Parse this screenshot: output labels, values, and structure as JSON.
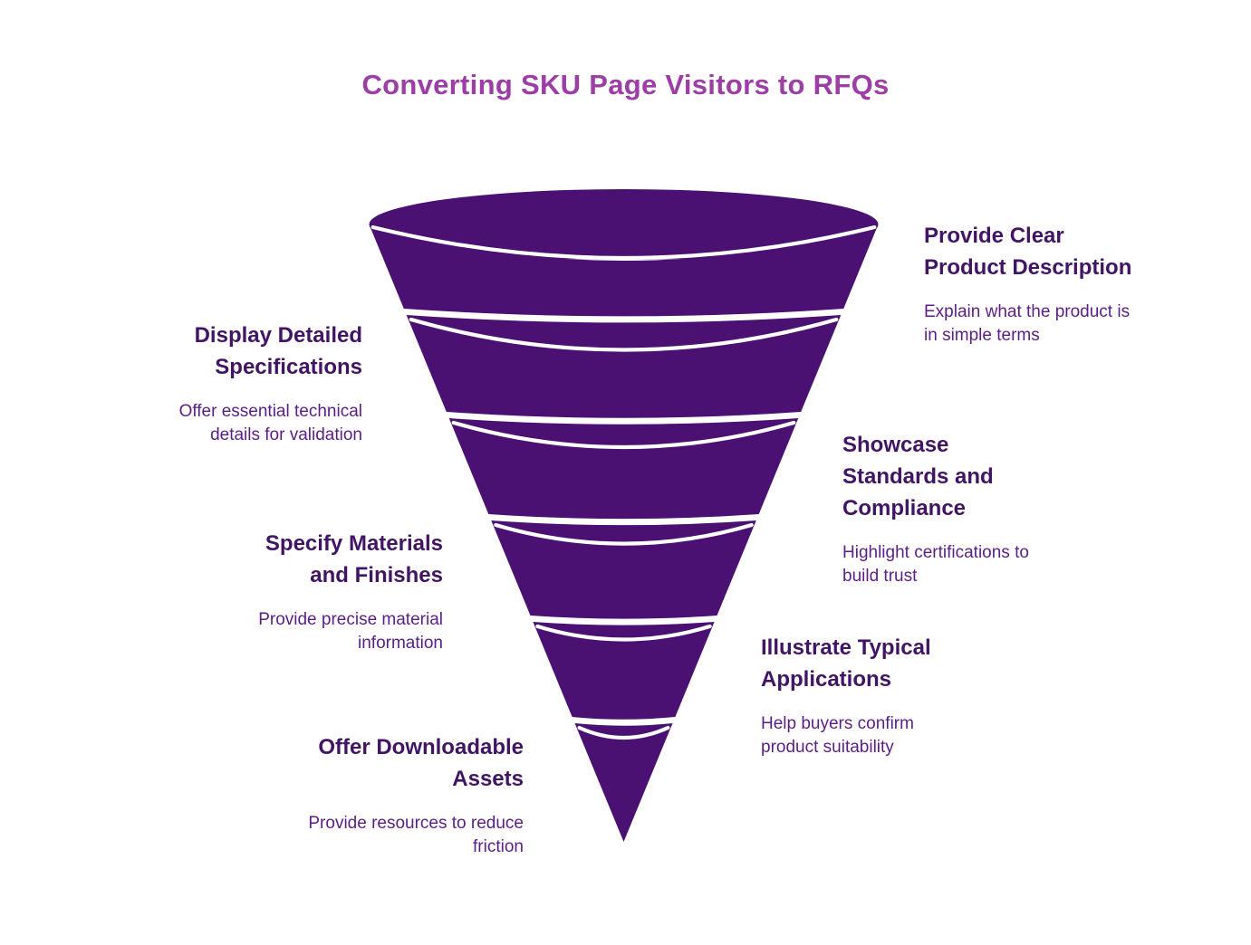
{
  "title": "Converting SKU Page Visitors to RFQs",
  "diagram": {
    "type": "funnel",
    "direction": "top-to-bottom",
    "levels": 6
  },
  "stages": [
    {
      "index": 1,
      "side": "right",
      "heading": "Provide Clear\nProduct Description",
      "description": "Explain what the product is\nin simple terms"
    },
    {
      "index": 2,
      "side": "left",
      "heading": "Display Detailed\nSpecifications",
      "description": "Offer essential technical\ndetails for validation"
    },
    {
      "index": 3,
      "side": "right",
      "heading": "Showcase\nStandards and\nCompliance",
      "description": "Highlight certifications to\nbuild trust"
    },
    {
      "index": 4,
      "side": "left",
      "heading": "Specify Materials\nand Finishes",
      "description": "Provide precise material\ninformation"
    },
    {
      "index": 5,
      "side": "right",
      "heading": "Illustrate Typical\nApplications",
      "description": "Help buyers confirm\nproduct suitability"
    },
    {
      "index": 6,
      "side": "left",
      "heading": "Offer Downloadable\nAssets",
      "description": "Provide resources to reduce\nfriction"
    }
  ],
  "colors": {
    "funnel": "#4A1173",
    "divider": "#FFFFFF",
    "title": "#9C3EA5",
    "heading": "#411563",
    "body": "#5C1E85",
    "background": "#FFFFFF"
  }
}
